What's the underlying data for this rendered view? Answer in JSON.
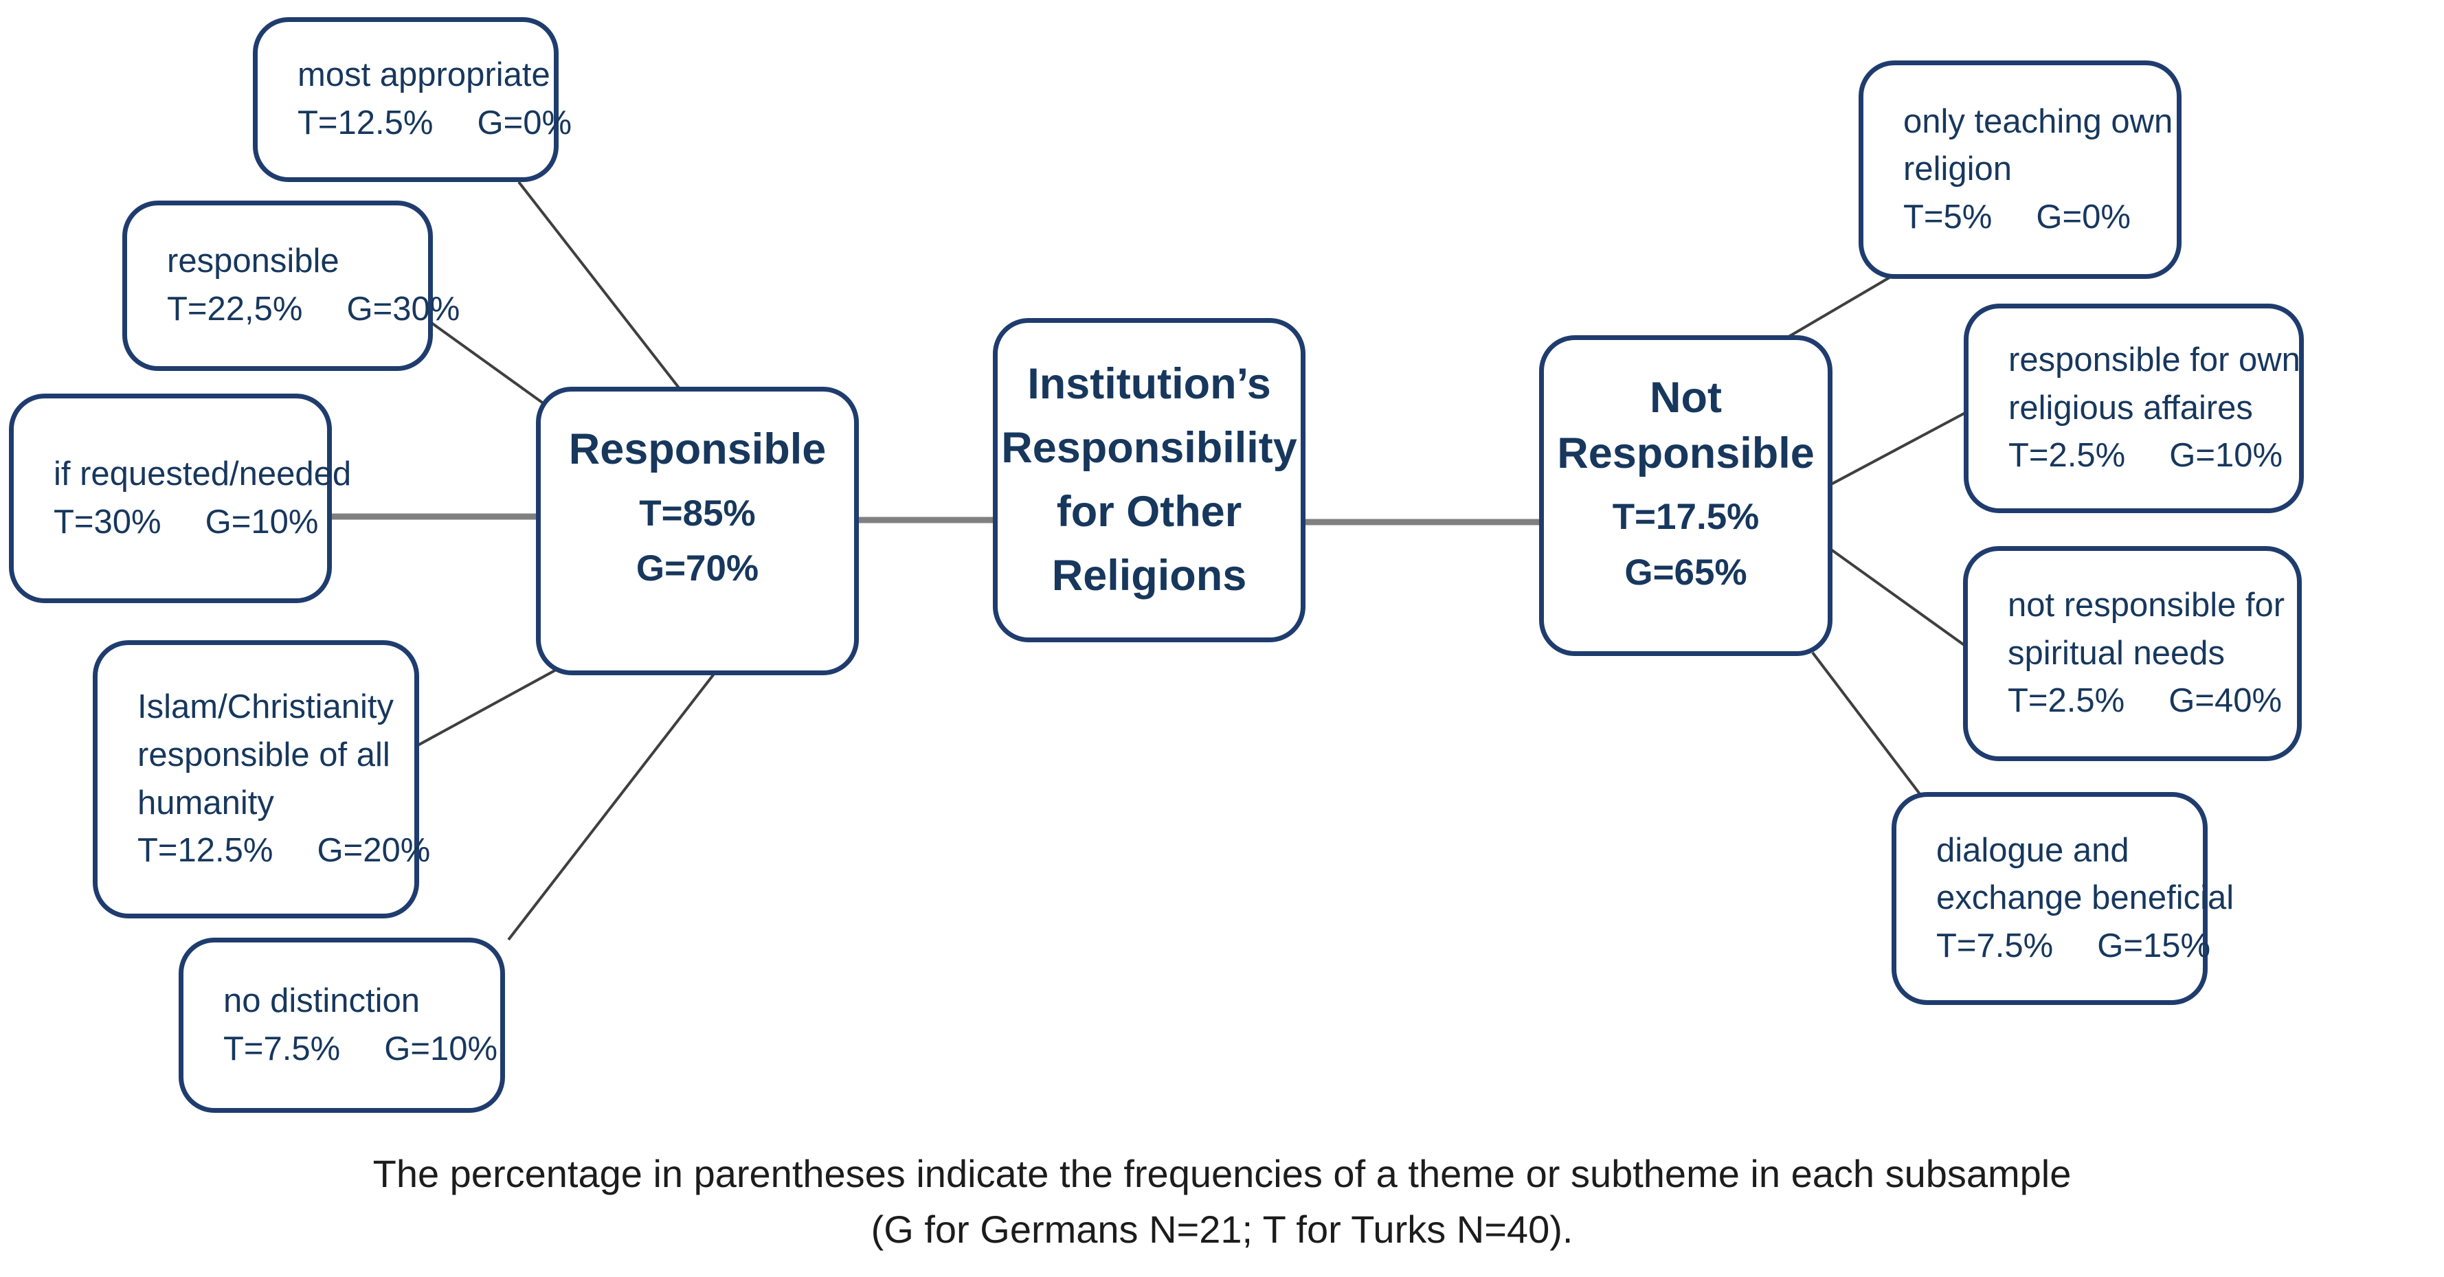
{
  "diagram": {
    "center": {
      "title_lines": [
        "Institution’s",
        "Responsibility",
        "for Other",
        "Religions"
      ]
    },
    "left_theme": {
      "title_lines": [
        "Responsible"
      ],
      "t": "T=85%",
      "g": "G=70%"
    },
    "right_theme": {
      "title_lines": [
        "Not",
        "Responsible"
      ],
      "t": "T=17.5%",
      "g": "G=65%"
    },
    "left_subthemes": [
      {
        "label_lines": [
          "most appropriate"
        ],
        "t": "T=12.5%",
        "g": "G=0%"
      },
      {
        "label_lines": [
          "responsible"
        ],
        "t": "T=22,5%",
        "g": "G=30%"
      },
      {
        "label_lines": [
          "if requested/needed"
        ],
        "t": "T=30%",
        "g": "G=10%"
      },
      {
        "label_lines": [
          "Islam/Christianity",
          "responsible of all",
          "humanity"
        ],
        "t": "T=12.5%",
        "g": "G=20%"
      },
      {
        "label_lines": [
          "no distinction"
        ],
        "t": "T=7.5%",
        "g": "G=10%"
      }
    ],
    "right_subthemes": [
      {
        "label_lines": [
          "only teaching own",
          "religion"
        ],
        "t": "T=5%",
        "g": "G=0%"
      },
      {
        "label_lines": [
          "responsible for own",
          "religious affaires"
        ],
        "t": "T=2.5%",
        "g": "G=10%"
      },
      {
        "label_lines": [
          "not responsible for",
          "spiritual needs"
        ],
        "t": "T=2.5%",
        "g": "G=40%"
      },
      {
        "label_lines": [
          "dialogue and",
          "exchange beneficial"
        ],
        "t": "T=7.5%",
        "g": "G=15%"
      }
    ],
    "caption_lines": [
      "The percentage in parentheses indicate the frequencies of a theme or subtheme in each subsample",
      "(G for Germans N=21; T for Turks N=40)."
    ],
    "colors": {
      "box_border": "#1F3C6E",
      "node_text": "#17375D",
      "caption_text": "#1C1C1C",
      "connector_thin": "#3F3F3F",
      "connector_thick": "#808080"
    }
  }
}
